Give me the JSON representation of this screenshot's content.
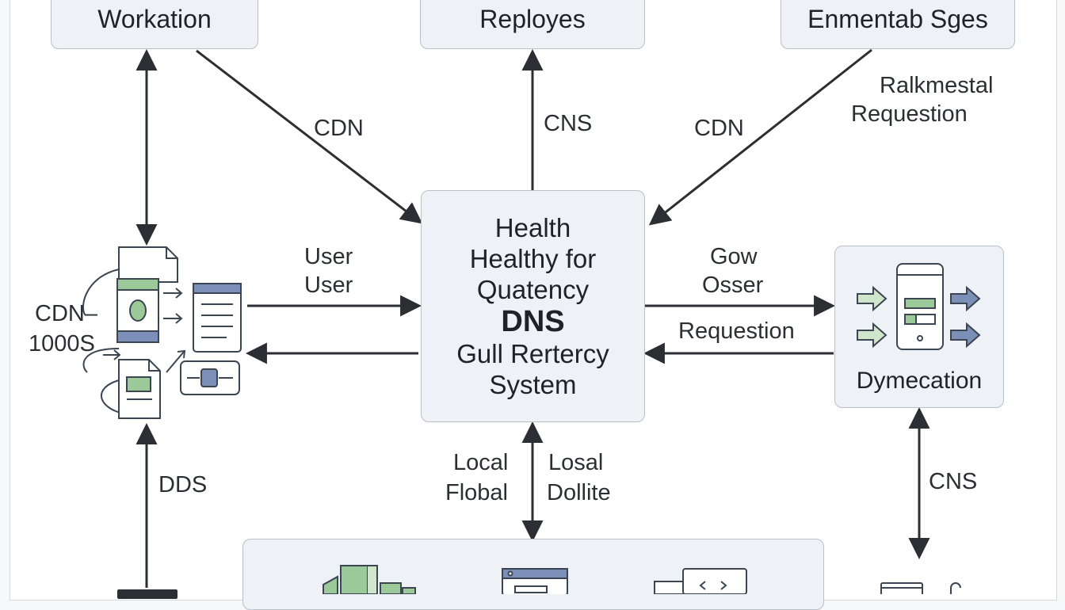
{
  "top_boxes": {
    "left": "Workation",
    "middle": "Reployes",
    "right": "Enmentab Sges"
  },
  "edge_labels": {
    "cdn_left": "CDN",
    "cns_top": "CNS",
    "cdn_right": "CDN",
    "rallmestal": "Ralkmestal",
    "requestion_top": "Requestion",
    "user_1": "User",
    "user_2": "User",
    "gow": "Gow",
    "osser": "Osser",
    "requestion_mid": "Requestion",
    "dds": "DDS",
    "local": "Local",
    "flobal": "Flobal",
    "losal": "Losal",
    "dollite": "Dollite",
    "cns_right": "CNS"
  },
  "cluster_label": {
    "line1": "CDN–",
    "line2": "1000S"
  },
  "center": {
    "line1": "Health",
    "line2": "Healthy for",
    "line3": "Quatency",
    "line4": "DNS",
    "line5": "Gull Rertercy",
    "line6": "System"
  },
  "right_box": {
    "label": "Dymecation"
  },
  "colors": {
    "box_fill": "#eef1f5",
    "box_border": "#b9c0c9",
    "arrow": "#2b2f33",
    "icon_blue": "#7b8fb8",
    "icon_green": "#9cc99a",
    "icon_outline": "#3c4652"
  }
}
